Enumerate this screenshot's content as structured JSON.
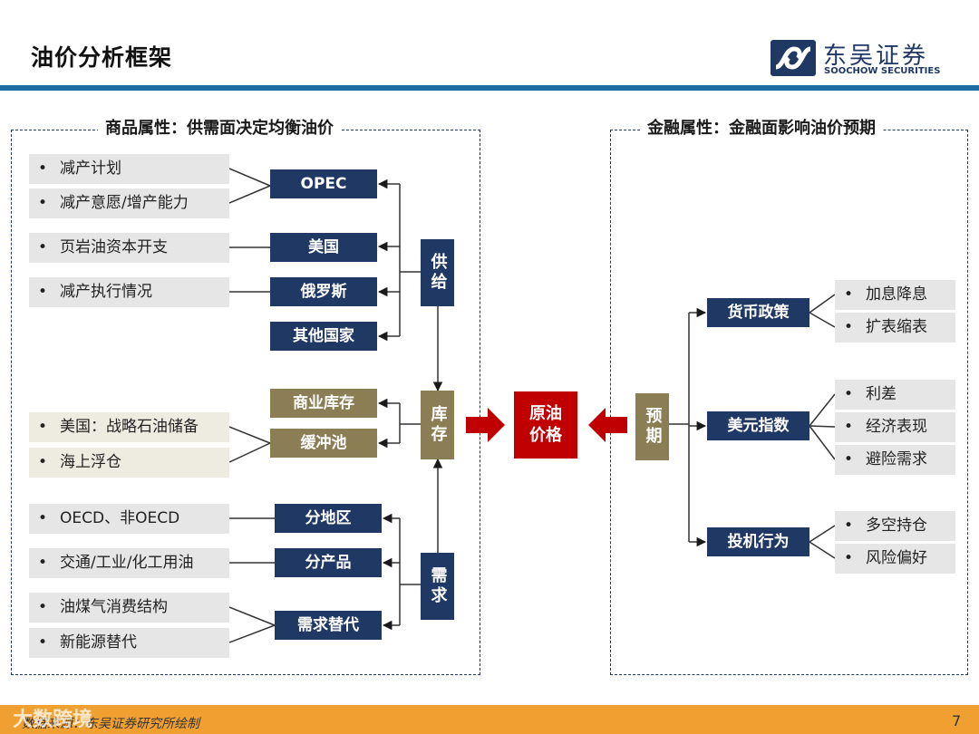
{
  "page": {
    "title": "油价分析框架",
    "page_number": "7"
  },
  "logo": {
    "name_cn": "东吴证券",
    "name_en": "SOOCHOW SECURITIES"
  },
  "left": {
    "title": "商品属性：供需面决定均衡油价",
    "supply": {
      "label": "供给",
      "items": [
        "减产计划",
        "减产意愿/增产能力",
        "页岩油资本开支",
        "减产执行情况"
      ],
      "nodes": [
        "OPEC",
        "美国",
        "俄罗斯",
        "其他国家"
      ]
    },
    "inventory": {
      "label": "库存",
      "items": [
        "美国：战略石油储备",
        "海上浮仓"
      ],
      "nodes": [
        "商业库存",
        "缓冲池"
      ]
    },
    "demand": {
      "label": "需求",
      "items": [
        "OECD、非OECD",
        "交通/工业/化工用油",
        "油煤气消费结构",
        "新能源替代"
      ],
      "nodes": [
        "分地区",
        "分产品",
        "需求替代"
      ]
    }
  },
  "center": {
    "label_line1": "原油",
    "label_line2": "价格"
  },
  "right": {
    "title": "金融属性：金融面影响油价预期",
    "expectation": "预期",
    "nodes": [
      "货币政策",
      "美元指数",
      "投机行为"
    ],
    "items": [
      "加息降息",
      "扩表缩表",
      "利差",
      "经济表现",
      "避险需求",
      "多空持仓",
      "风险偏好"
    ]
  },
  "footer": {
    "source": "数据来源：东吴证券研究所绘制",
    "watermark": "大数跨境"
  },
  "colors": {
    "navy": "#1f3864",
    "olive": "#8b7d54",
    "red": "#c00000",
    "gray": "#e6e6e6",
    "footer": "#f0a030",
    "topbar": "#1f6ba3"
  },
  "bullet": "•"
}
